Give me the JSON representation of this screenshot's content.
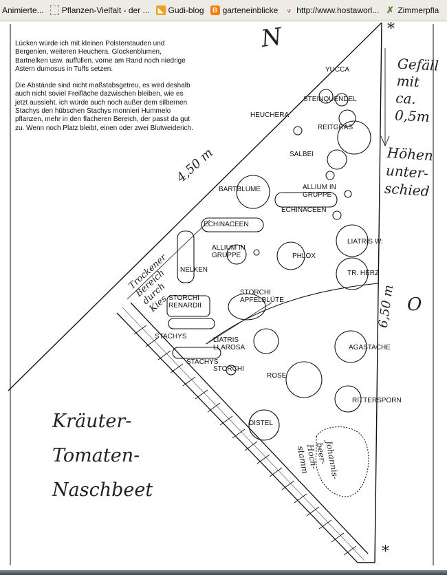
{
  "bookmarks": [
    {
      "label": "Animierte...",
      "icon": "none"
    },
    {
      "label": "Pflanzen-Vielfalt - der ...",
      "icon": "page-icon"
    },
    {
      "label": "Gudi-blog",
      "icon": "rss-icon"
    },
    {
      "label": "garteneinblicke",
      "icon": "blogger-icon"
    },
    {
      "label": "http://www.hostaworl...",
      "icon": "leaf-icon"
    },
    {
      "label": "Zimmerpfla",
      "icon": "x-icon"
    }
  ],
  "intro": {
    "p1": "Lücken würde ich mit  kleinen Polsterstauden und Bergenien, weiteren Heuchera, Glockenblumen, Bartnelken usw. auffüllen. vorne am Rand noch niedrige Astern dumosus in Tuffs setzen.",
    "p2": "Die Abstände sind nicht maßstabsgetreu, es wird deshalb auch nicht soviel Freifläche dazwischen bleiben, wie es jetzt aussieht. ich würde auch noch außer dem silbernen Stachys den hübschen Stachys monnieri Hummelo pflanzen, mehr in den flacheren Bereich, der passt da gut zu. Wenn noch Platz bleibt, einen oder zwei Blutweiderich."
  },
  "plants": {
    "yucca": "YUCCA",
    "steinquendel": "STEINQUENDEL",
    "heuchera": "HEUCHERA",
    "reitgras": "REITGRAS",
    "salbei": "SALBEI",
    "bartblume": "BARTBLUME",
    "allium1": "ALLIUM IN\nGRUPPE",
    "echinaceen1": "ECHINACEEN",
    "echinaceen2": "ECHINACEEN",
    "liatris_w": "LIATRIS W:",
    "allium2": "ALLIUM IN\nGRUPPE",
    "phlox": "PHLOX",
    "nelken": "NELKEN",
    "tr_herz": "TR. HERZ",
    "storchi1": "STORCHI\nRENARDII",
    "storchi2": "STORCHI\nAPFELBLÜTE",
    "stachys1": "STACHYS",
    "liatris_larosa": "LIATRIS\nLLAROSA",
    "agastache": "AGASTACHE",
    "stachys2": "STACHYS",
    "storchi3": "STORCHI",
    "rose": "ROSE",
    "rittersporn": "RITTERSPORN",
    "distel": "DISTEL"
  },
  "handwriting": {
    "north": "N",
    "gefaelle": "Gefäll\nmit\nca.\n0,5m",
    "hoehen": "Höhen\nunter-\nschied",
    "width": "4,50 m",
    "height": "6,50 m",
    "o": "O",
    "trocken": "Trockener\nBereich\ndurch\nKies",
    "kraeuter": "Kräuter-\nTomaten-\nNaschbeet",
    "johannis": "Johannis-\nbeer-\nHoch-\nstamm",
    "star_top": "*",
    "star_bottom": "*"
  }
}
